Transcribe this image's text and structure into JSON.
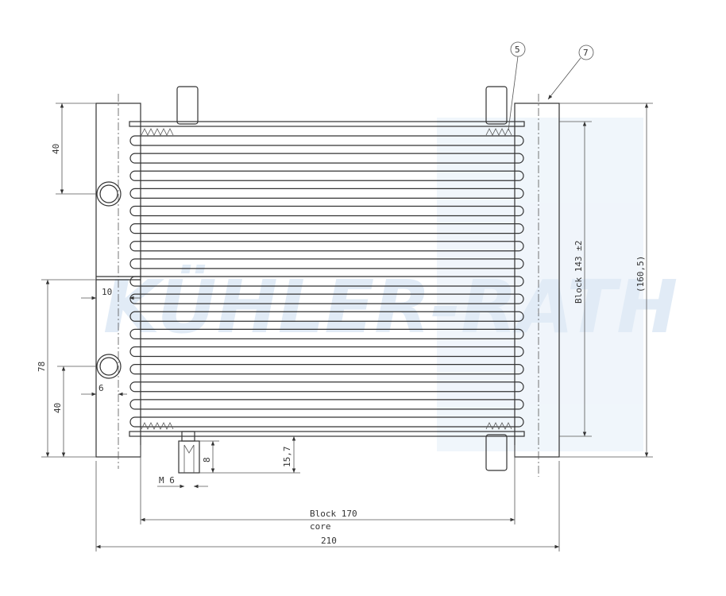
{
  "watermark": {
    "text": "KÜHLER-RATH",
    "color": "#cfe0f0"
  },
  "colors": {
    "line": "#333333",
    "background": "#ffffff"
  },
  "callouts": {
    "five": "5",
    "seven": "7"
  },
  "dimensions": {
    "top_pitch": "40",
    "left_total": "78",
    "lower_pitch": "40",
    "tube_width": "10",
    "stub_width": "6",
    "drain_height": "8",
    "port_height": "15,7",
    "drain_thread": "M 6",
    "block_height": "Block 143 ±2",
    "overall_height": "(160,5)",
    "block_width": "Block 170",
    "core_label": "core",
    "overall_width": "210"
  }
}
